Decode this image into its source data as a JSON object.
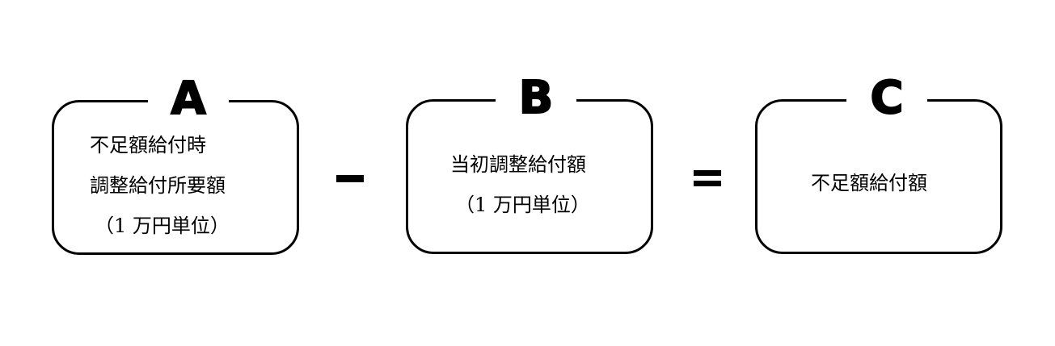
{
  "box_a": {
    "letter": "A",
    "lines": [
      "不足額給付時",
      "調整給付所要額",
      "（1 万円単位）"
    ]
  },
  "box_b": {
    "letter": "B",
    "lines": [
      "当初調整給付額",
      "（1 万円単位）"
    ]
  },
  "box_c": {
    "letter": "C",
    "lines": [
      "不足額給付額"
    ]
  },
  "operators": {
    "minus": "minus-sign",
    "equals": "equals-sign"
  },
  "colors": {
    "stroke": "#000000",
    "background": "#ffffff"
  }
}
